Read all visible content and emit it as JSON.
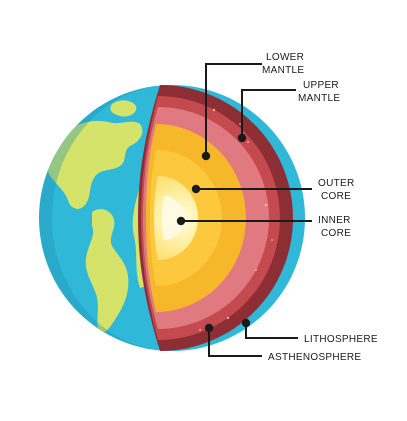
{
  "labels": {
    "lower_mantle": [
      "LOWER",
      "MANTLE"
    ],
    "upper_mantle": [
      "UPPER",
      "MANTLE"
    ],
    "outer_core": [
      "OUTER",
      "CORE"
    ],
    "inner_core": [
      "INNER",
      "CORE"
    ],
    "lithosphere": "LITHOSPHERE",
    "asthenosphere": "ASTHENOSPHERE"
  },
  "colors": {
    "ocean": "#2fb8d8",
    "ocean_shadow": "#249fc2",
    "land": "#d6e36a",
    "land_shadow": "#b9c84e",
    "lithosphere": "#8d2e35",
    "asthenosphere": "#c44a4f",
    "upper_mantle": "#e07a80",
    "lower_mantle_edge": "#e9a9a5",
    "outer_core": "#f7b72a",
    "outer_core_light": "#fcc93e",
    "inner_core_glow": "#ffe98a",
    "inner_core": "#fffbe2",
    "leader_line": "#1a1a1a"
  }
}
